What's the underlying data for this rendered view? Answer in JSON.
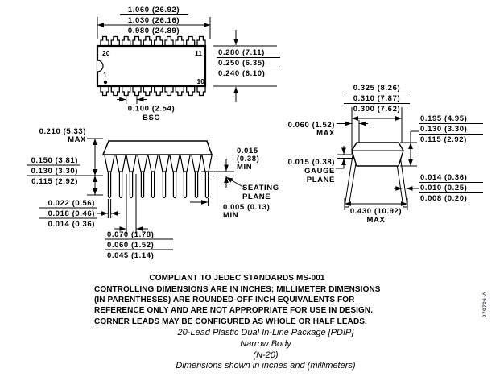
{
  "top_view": {
    "width_dims": [
      "1.060 (26.92)",
      "1.030 (26.16)",
      "0.980 (24.89)"
    ],
    "body_width_dims": [
      "0.280 (7.11)",
      "0.250 (6.35)",
      "0.240 (6.10)"
    ],
    "pitch_dim": "0.100 (2.54)",
    "pitch_qualifier": "BSC",
    "pin_top_left": "20",
    "pin_top_right": "11",
    "pin_bottom_left": "1",
    "pin_bottom_right": "10"
  },
  "side_view": {
    "overall_height_dim": "0.210 (5.33)",
    "overall_height_qualifier": "MAX",
    "base_height_dims": [
      "0.150 (3.81)",
      "0.130 (3.30)",
      "0.115 (2.92)"
    ],
    "lead_width_dims": [
      "0.022 (0.56)",
      "0.018 (0.46)",
      "0.014 (0.36)"
    ],
    "shoulder_width_dims": [
      "0.070 (1.78)",
      "0.060 (1.52)",
      "0.045 (1.14)"
    ],
    "standoff_lines": [
      "0.015",
      "(0.38)",
      "MIN"
    ],
    "seating_plane_lines": [
      "SEATING",
      "PLANE"
    ],
    "coplanarity_dim": "0.005 (0.13)",
    "coplanarity_qualifier": "MIN"
  },
  "end_view": {
    "lead_span_dims": [
      "0.325 (8.26)",
      "0.310 (7.87)",
      "0.300 (7.62)"
    ],
    "shoulder_offset_dim": "0.060 (1.52)",
    "shoulder_offset_qualifier": "MAX",
    "gauge_plane_lines": [
      "0.015 (0.38)",
      "GAUGE",
      "PLANE"
    ],
    "body_thickness_dims": [
      "0.195 (4.95)",
      "0.130 (3.30)",
      "0.115 (2.92)"
    ],
    "lead_thickness_dims": [
      "0.014 (0.36)",
      "0.010 (0.25)",
      "0.008 (0.20)"
    ],
    "span_dim": "0.430 (10.92)",
    "span_qualifier": "MAX"
  },
  "notes": {
    "compliance": "COMPLIANT TO JEDEC STANDARDS MS-001",
    "lines": [
      "CONTROLLING DIMENSIONS ARE IN INCHES; MILLIMETER DIMENSIONS",
      "(IN PARENTHESES) ARE ROUNDED-OFF INCH EQUIVALENTS FOR",
      "REFERENCE ONLY AND ARE NOT APPROPRIATE FOR USE IN DESIGN.",
      "CORNER LEADS MAY BE CONFIGURED AS WHOLE OR HALF LEADS."
    ]
  },
  "caption": {
    "lines": [
      "20-Lead Plastic Dual In-Line Package [PDIP]",
      "Narrow Body",
      "(N-20)",
      "Dimensions shown in inches and (millimeters)"
    ]
  },
  "doc_number": "070706-A"
}
